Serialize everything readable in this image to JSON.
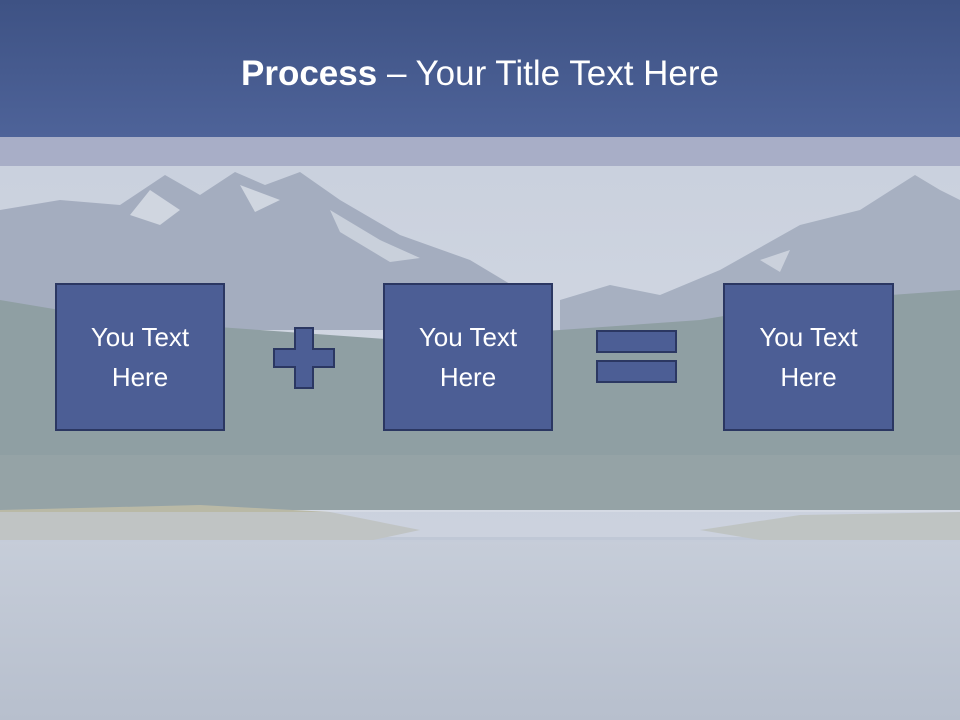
{
  "slide": {
    "title_bold": "Process",
    "title_rest": " – Your Title Text Here"
  },
  "boxes": [
    {
      "text": "You Text Here"
    },
    {
      "text": "You Text Here"
    },
    {
      "text": "You Text Here"
    }
  ],
  "operators": [
    "plus-icon",
    "equals-icon"
  ],
  "colors": {
    "title_bar": "#44598e",
    "box_fill": "#4c5e95",
    "box_border": "#2b3762",
    "text": "#ffffff"
  }
}
